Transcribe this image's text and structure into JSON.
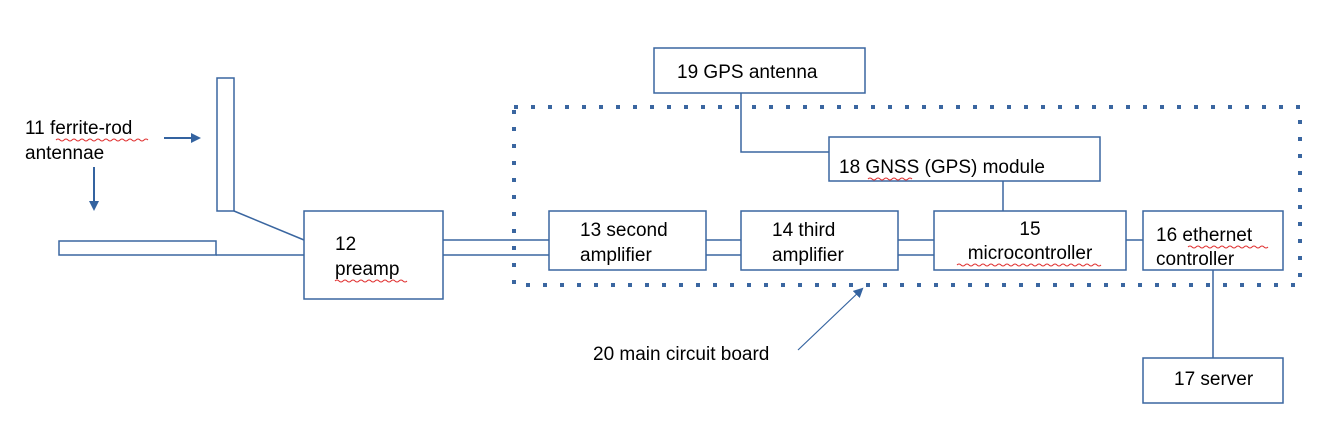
{
  "diagram": {
    "colors": {
      "line": "#3a66a0",
      "arrow": "#3463a0",
      "spellcheck": "#e03030",
      "text": "#000000"
    },
    "labels": {
      "ferrite_line1": "11 ferrite-rod",
      "ferrite_line2": "antennae",
      "preamp_line1": "12",
      "preamp_line2": "preamp",
      "second_amp_line1": "13 second",
      "second_amp_line2": "amplifier",
      "third_amp_line1": "14 third",
      "third_amp_line2": "amplifier",
      "micro_line1": "15",
      "micro_line2": "microcontroller",
      "ethernet_line1": "16 ethernet",
      "ethernet_line2": "controller",
      "server": "17 server",
      "gnss": "18 GNSS (GPS) module",
      "gps_antenna": "19 GPS antenna",
      "main_board": "20 main circuit board"
    }
  }
}
